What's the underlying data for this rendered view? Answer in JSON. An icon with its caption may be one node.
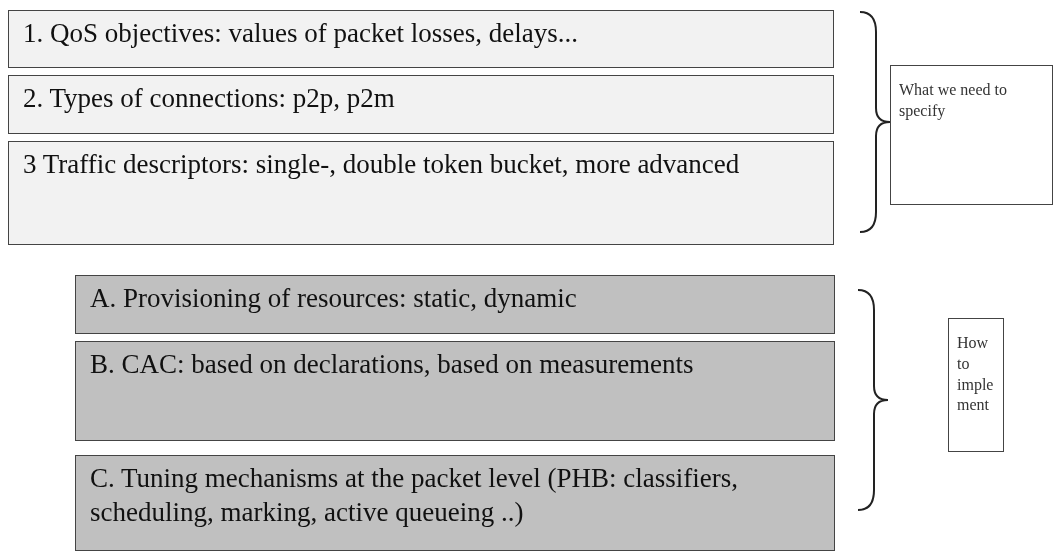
{
  "diagram": {
    "nodes": [
      {
        "text": [
          "1. QoS objectives: values of packet losses, delays..."
        ]
      },
      {
        "text": [
          "2. Types of connections: p2p, p2m"
        ]
      },
      {
        "text": [
          "3 Traffic descriptors: single-, double token bucket, more advanced"
        ]
      },
      {
        "text": [
          "What we need to specify"
        ]
      },
      {
        "text": [
          "A. Provisioning of resources: static, dynamic"
        ]
      },
      {
        "text": [
          "B. CAC: based on declarations, based on measurements"
        ]
      },
      {
        "text": [
          "C. Tuning mechanisms at the packet level (PHB: classifiers, scheduling, marking, active queueing ..)"
        ]
      },
      {
        "text": [
          "How to imple ment"
        ]
      }
    ]
  }
}
